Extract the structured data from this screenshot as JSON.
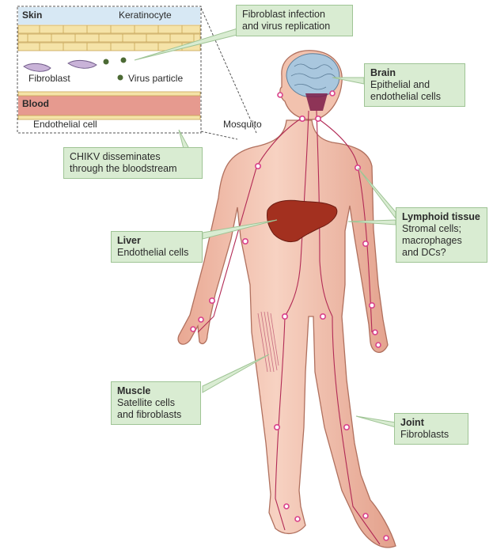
{
  "inset": {
    "skin_label": "Skin",
    "keratinocyte_label": "Keratinocyte",
    "fibroblast_label": "Fibroblast",
    "virus_particle_label": "Virus particle",
    "blood_label": "Blood",
    "endothelial_cell_label": "Endothelial cell"
  },
  "mosquito_label": "Mosquito",
  "callouts": {
    "fibroblast_infection": "Fibroblast infection\nand virus replication",
    "dissemination": "CHIKV disseminates\nthrough the bloodstream",
    "brain": {
      "title": "Brain",
      "text": "Epithelial and\nendothelial cells"
    },
    "lymphoid": {
      "title": "Lymphoid tissue",
      "text": "Stromal cells;\nmacrophages\nand DCs?"
    },
    "liver": {
      "title": "Liver",
      "text": "Endothelial cells"
    },
    "muscle": {
      "title": "Muscle",
      "text": "Satellite cells\nand fibroblasts"
    },
    "joint": {
      "title": "Joint",
      "text": "Fibroblasts"
    }
  },
  "colors": {
    "skin": "#f2c2ae",
    "skin_outline": "#b0705e",
    "liver": "#a3301f",
    "vessel": "#b22a55",
    "node": "#d9418a",
    "callout_fill": "#d9ecd2",
    "blood_band": "#e69a8f",
    "skin_band": "#d7e8f4"
  }
}
